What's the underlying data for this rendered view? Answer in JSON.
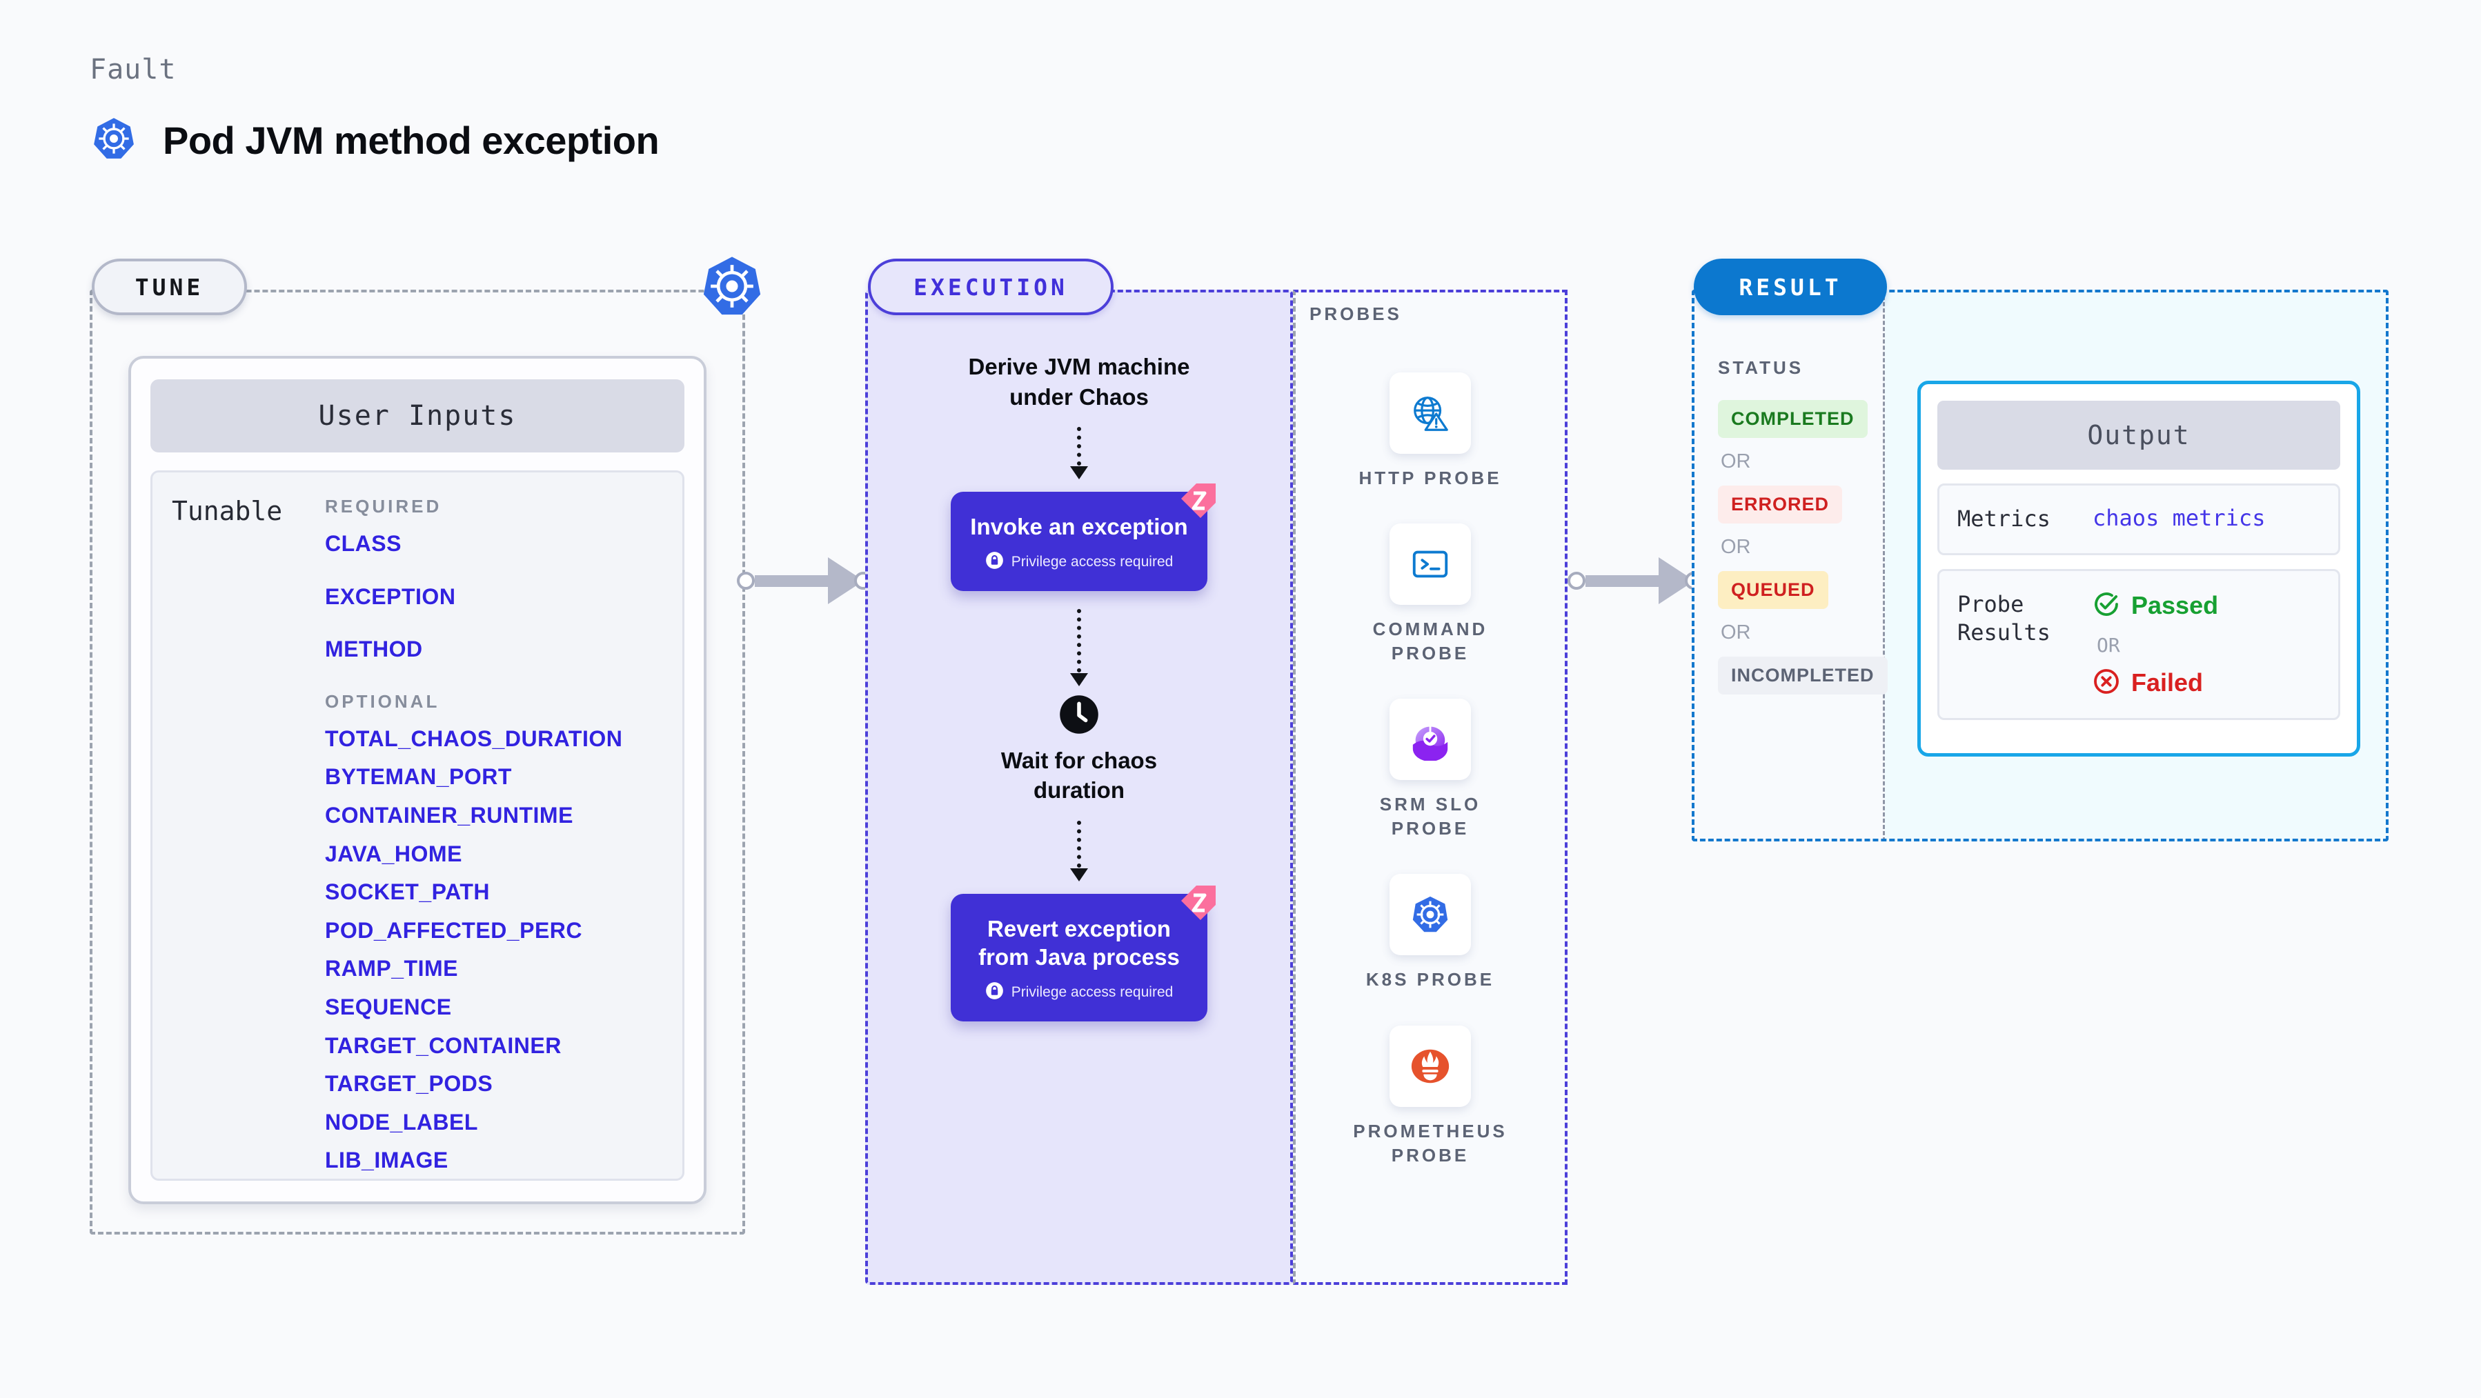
{
  "header": {
    "kicker": "Fault",
    "title": "Pod JVM method exception",
    "icon": "kubernetes-icon"
  },
  "tune": {
    "badge": "TUNE",
    "edge_icon": "kubernetes-icon",
    "card_title": "User Inputs",
    "row_label": "Tunable",
    "required_label": "REQUIRED",
    "optional_label": "OPTIONAL",
    "required": [
      "CLASS",
      "EXCEPTION",
      "METHOD"
    ],
    "optional": [
      "TOTAL_CHAOS_DURATION",
      "BYTEMAN_PORT",
      "CONTAINER_RUNTIME",
      "JAVA_HOME",
      "SOCKET_PATH",
      "POD_AFFECTED_PERC",
      "RAMP_TIME",
      "SEQUENCE",
      "TARGET_CONTAINER",
      "TARGET_PODS",
      "NODE_LABEL",
      "LIB_IMAGE"
    ]
  },
  "execution": {
    "badge": "EXECUTION",
    "step1_text": "Derive JVM machine\nunder Chaos",
    "step2_title": "Invoke an exception",
    "step2_privilege": "Privilege access required",
    "step2_badge_icon": "pink-ribbon-icon",
    "step3_icon": "clock-icon",
    "step3_text": "Wait for chaos\nduration",
    "step4_title": "Revert exception\nfrom Java process",
    "step4_privilege": "Privilege access required",
    "step4_badge_icon": "pink-ribbon-icon"
  },
  "probes": {
    "label": "PROBES",
    "items": [
      {
        "name": "HTTP PROBE",
        "icon": "globe-warning-icon"
      },
      {
        "name": "COMMAND PROBE",
        "icon": "terminal-icon"
      },
      {
        "name": "SRM SLO PROBE",
        "icon": "gauge-check-icon"
      },
      {
        "name": "K8S PROBE",
        "icon": "kubernetes-icon"
      },
      {
        "name": "PROMETHEUS PROBE",
        "icon": "prometheus-flame-icon"
      }
    ]
  },
  "result": {
    "badge": "RESULT",
    "status_label": "STATUS",
    "or_text": "OR",
    "statuses": [
      {
        "label": "COMPLETED",
        "bg": "#dff5dd",
        "fg": "#1a7a1f"
      },
      {
        "label": "ERRORED",
        "bg": "#fdeceb",
        "fg": "#cf2020"
      },
      {
        "label": "QUEUED",
        "bg": "#fdeec2",
        "fg": "#cf2020"
      },
      {
        "label": "INCOMPLETED",
        "bg": "#eef0f5",
        "fg": "#5c6374"
      }
    ],
    "output": {
      "title": "Output",
      "metrics_key": "Metrics",
      "metrics_value": "chaos metrics",
      "probe_key": "Probe\nResults",
      "passed_label": "Passed",
      "failed_label": "Failed",
      "or_text": "OR",
      "passed_icon": "check-circle-icon",
      "failed_icon": "x-circle-icon"
    }
  },
  "colors": {
    "accent_violet": "#4030d6",
    "accent_blue": "#0c78cf",
    "accent_cyan": "#18a6e8",
    "param_link": "#3122e0",
    "pink_ribbon": "#fb6f9d"
  }
}
